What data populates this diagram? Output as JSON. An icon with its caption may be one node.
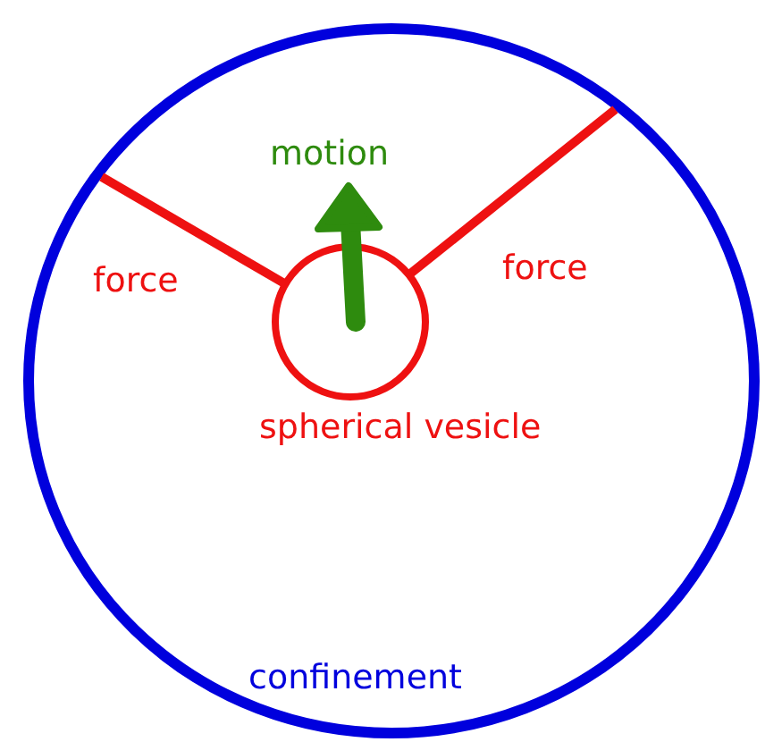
{
  "diagram": {
    "nodes": [
      {
        "text": [
          "confinement"
        ]
      },
      {
        "text": [
          "spherical vesicle"
        ],
        "in": 0
      }
    ],
    "edges": [
      {
        "from": 1,
        "to": 0,
        "arrow": "none",
        "label": "force"
      },
      {
        "from": 1,
        "to": 0,
        "arrow": "none",
        "label": "force"
      }
    ],
    "labels": [
      "motion"
    ]
  }
}
